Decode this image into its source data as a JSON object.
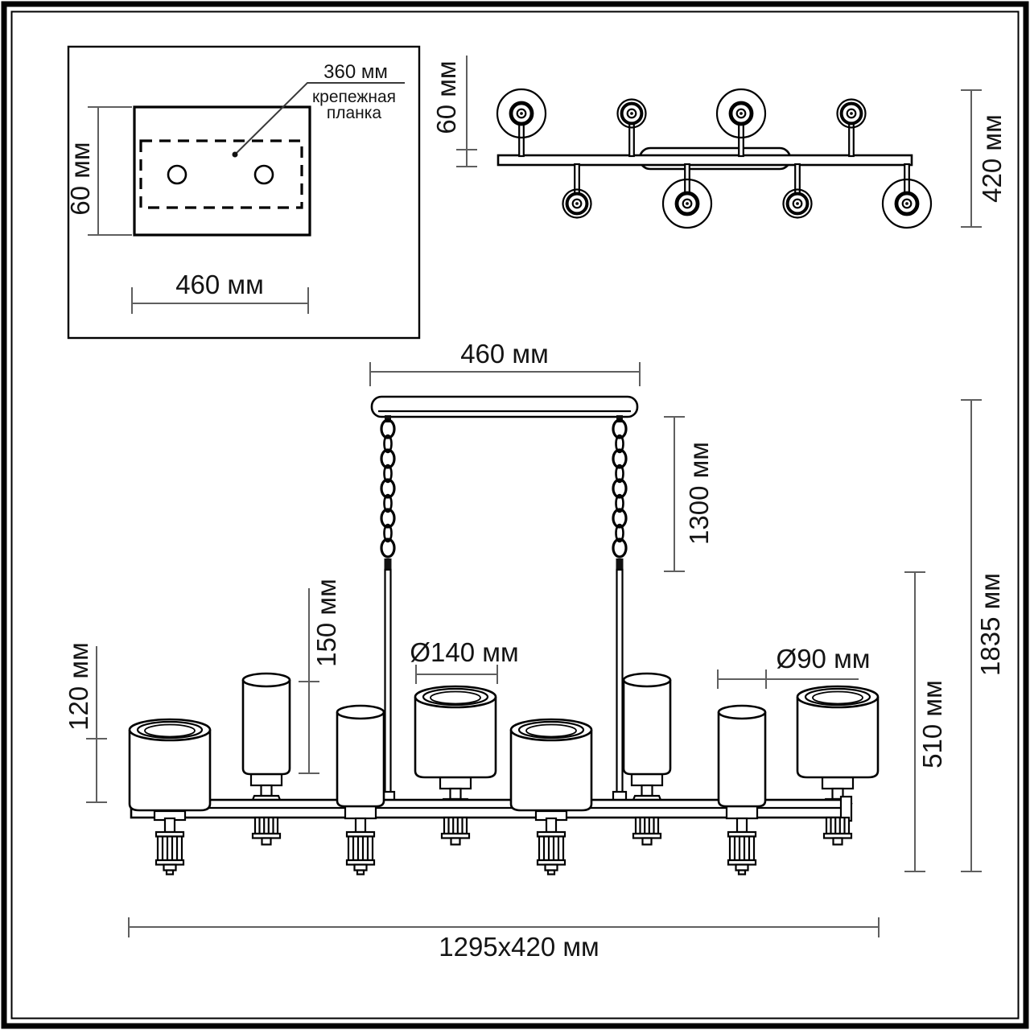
{
  "detail_view": {
    "plate_width_label": "460 мм",
    "plate_height_label": "60 мм",
    "mount_spacing_label": "360 мм",
    "mount_caption_line1": "крепежная",
    "mount_caption_line2": "планка"
  },
  "top_view": {
    "canopy_depth_label": "60 мм",
    "overall_depth_label": "420 мм"
  },
  "front_view": {
    "canopy_width_label": "460 мм",
    "chain_length_label": "1300 мм",
    "wide_shade_height_label": "120 мм",
    "narrow_shade_height_label": "150 мм",
    "wide_shade_diameter_label": "Ø140 мм",
    "narrow_shade_diameter_label": "Ø90 мм",
    "body_height_label": "510 мм",
    "overall_height_label": "1835 мм",
    "overall_size_label": "1295x420 мм"
  },
  "colors": {
    "line": "#000000",
    "dimension_line": "#5f5f5f",
    "text": "#141414",
    "background": "#ffffff"
  }
}
